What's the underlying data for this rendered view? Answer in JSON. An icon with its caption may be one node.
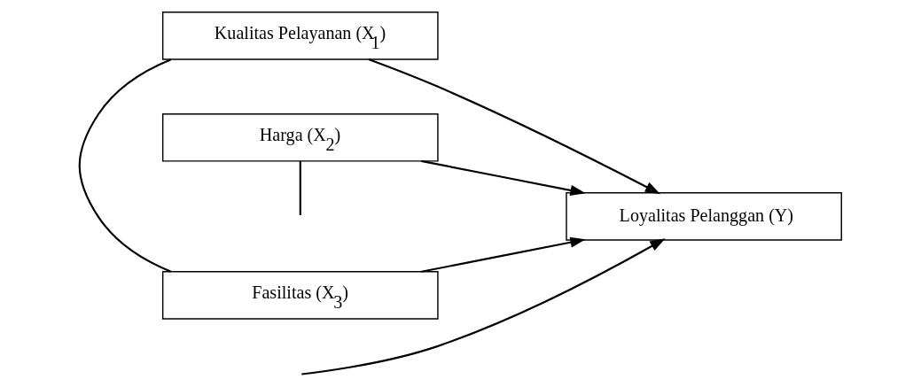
{
  "diagram": {
    "nodes": [
      {
        "text": [
          "Kualitas Pelayanan (X$_{1}$)"
        ]
      },
      {
        "text": [
          "Harga (X$_{2}$)"
        ]
      },
      {
        "text": [
          "Fasilitas (X$_{3}$)"
        ]
      },
      {
        "text": [
          "Loyalitas Pelanggan (Y)"
        ]
      }
    ],
    "edges": [
      {
        "from": 0,
        "to": 3,
        "arrow": "to"
      },
      {
        "from": 1,
        "to": 3,
        "arrow": "to"
      },
      {
        "from": 2,
        "to": 3,
        "arrow": "to"
      },
      {
        "from": 0,
        "to": 2,
        "arrow": "none"
      },
      {
        "from": 1,
        "to": null,
        "arrow": "none"
      },
      {
        "from": null,
        "to": 3,
        "arrow": "to"
      }
    ]
  }
}
